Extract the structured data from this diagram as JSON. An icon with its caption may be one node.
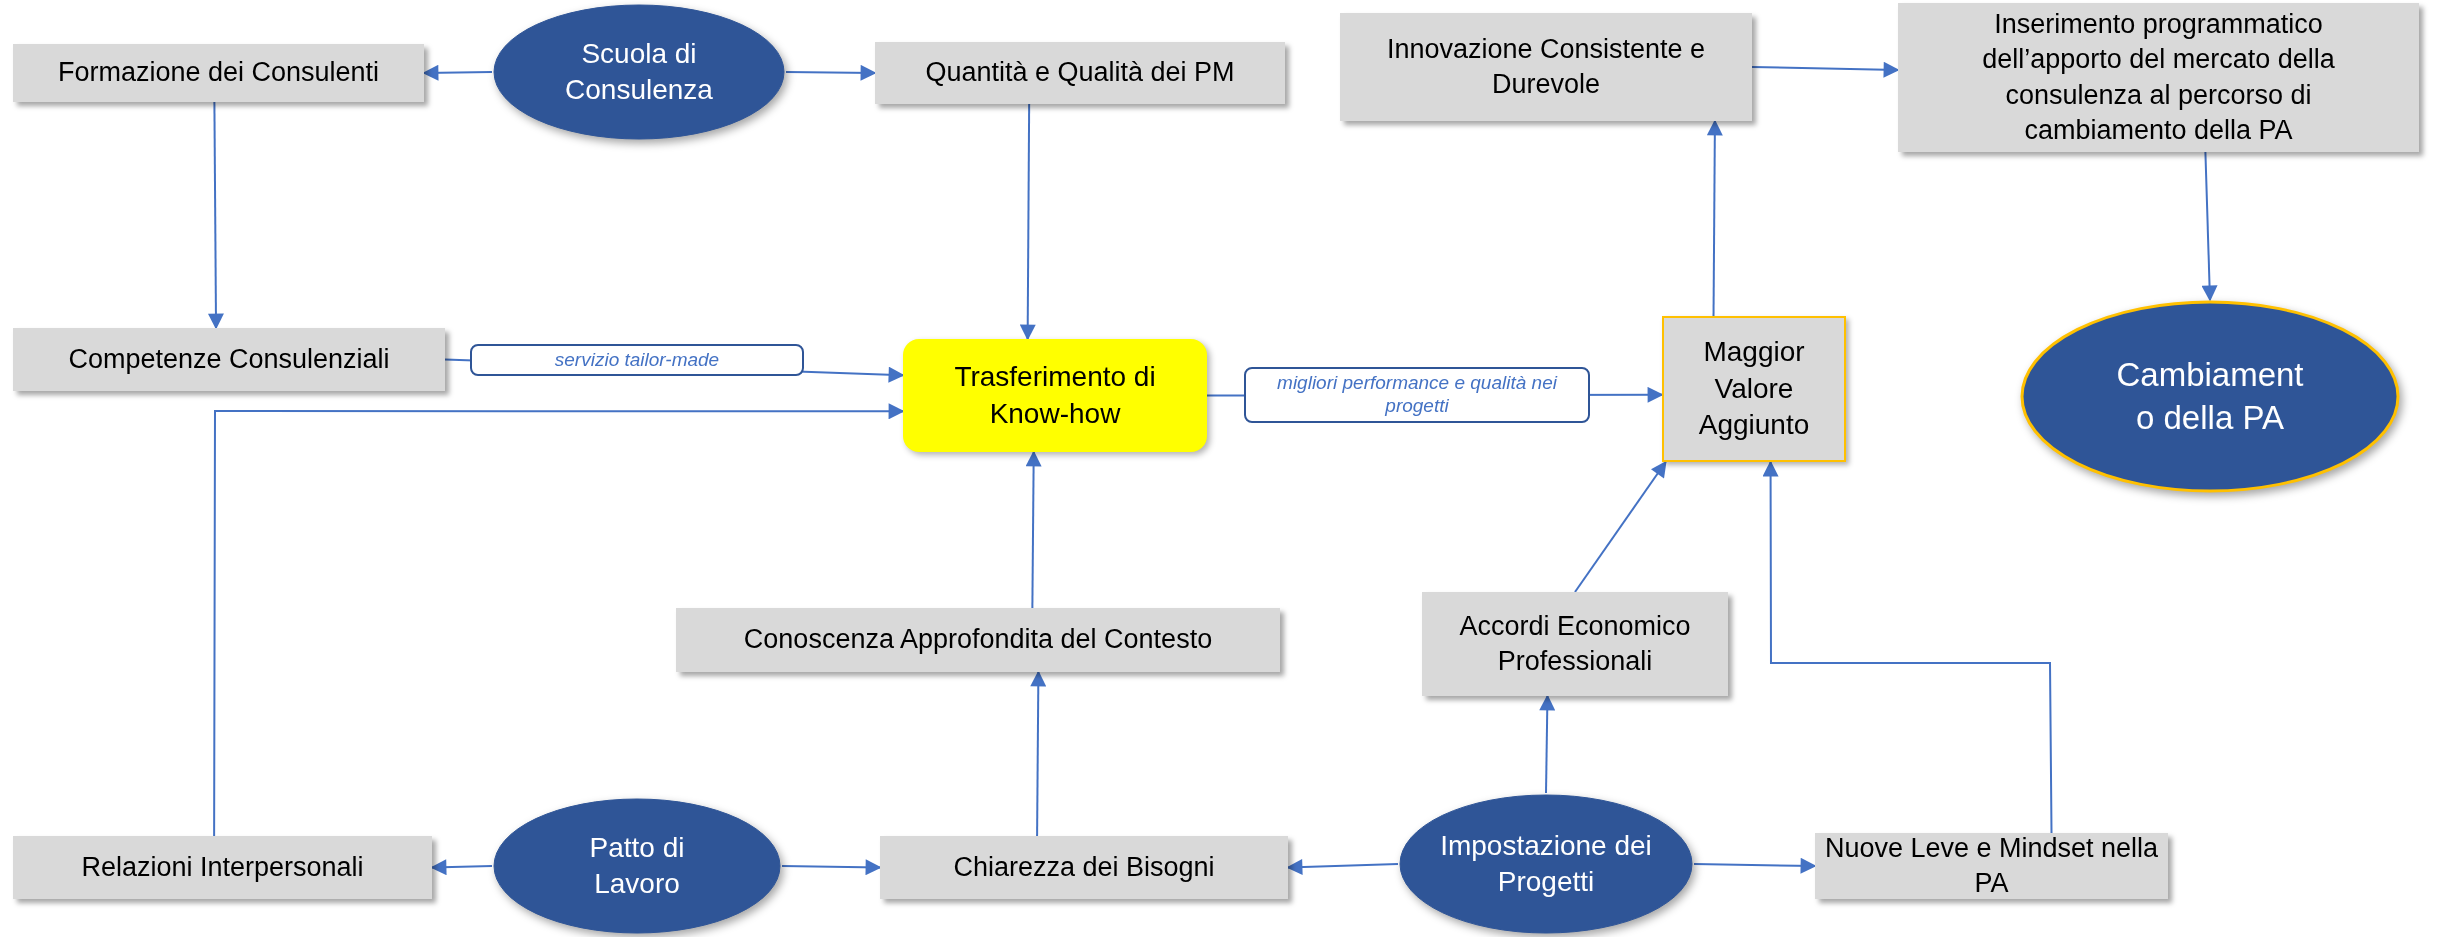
{
  "diagram": {
    "nodes": [
      {
        "text": [
          "Formazione dei Consulenti"
        ]
      },
      {
        "text": [
          "Scuola di Consulenza"
        ]
      },
      {
        "text": [
          "Quantità e Qualità dei PM"
        ]
      },
      {
        "text": [
          "Innovazione Consistente e Durevole"
        ]
      },
      {
        "text": [
          "Inserimento programmatico dell’apporto del mercato della consulenza al percorso di cambiamento della PA"
        ]
      },
      {
        "text": [
          "Competenze Consulenziali"
        ]
      },
      {
        "text": [
          "Trasferimento di Know-how"
        ]
      },
      {
        "text": [
          "Maggior Valore Aggiunto"
        ]
      },
      {
        "text": [
          "Cambiamento della PA"
        ]
      },
      {
        "text": [
          "Conoscenza Approfondita del Contesto"
        ]
      },
      {
        "text": [
          "Accordi Economico Professionali"
        ]
      },
      {
        "text": [
          "Relazioni Interpersonali"
        ]
      },
      {
        "text": [
          "Patto di Lavoro"
        ]
      },
      {
        "text": [
          "Chiarezza dei Bisogni"
        ]
      },
      {
        "text": [
          "Impostazione dei Progetti"
        ]
      },
      {
        "text": [
          "Nuove Leve e Mindset nella PA"
        ]
      }
    ],
    "edges": [
      {
        "from": 1,
        "to": 0,
        "arrow": "to"
      },
      {
        "from": 1,
        "to": 2,
        "arrow": "to"
      },
      {
        "from": 0,
        "to": 5,
        "arrow": "to"
      },
      {
        "from": 2,
        "to": 6,
        "arrow": "to"
      },
      {
        "from": 5,
        "to": 6,
        "arrow": "to",
        "label": "servizio tailor-made"
      },
      {
        "from": 11,
        "to": 6,
        "arrow": "to"
      },
      {
        "from": 6,
        "to": 7,
        "arrow": "to",
        "label": "migliori performance e qualità nei progetti"
      },
      {
        "from": 12,
        "to": 11,
        "arrow": "to"
      },
      {
        "from": 12,
        "to": 13,
        "arrow": "to"
      },
      {
        "from": 13,
        "to": 9,
        "arrow": "to"
      },
      {
        "from": 9,
        "to": 6,
        "arrow": "to"
      },
      {
        "from": 14,
        "to": 13,
        "arrow": "to"
      },
      {
        "from": 14,
        "to": 15,
        "arrow": "to"
      },
      {
        "from": 14,
        "to": 10,
        "arrow": "to"
      },
      {
        "from": 10,
        "to": 7,
        "arrow": "to"
      },
      {
        "from": 15,
        "to": 7,
        "arrow": "to"
      },
      {
        "from": 7,
        "to": 3,
        "arrow": "to"
      },
      {
        "from": 3,
        "to": 4,
        "arrow": "to"
      },
      {
        "from": 4,
        "to": 8,
        "arrow": "to"
      }
    ]
  }
}
